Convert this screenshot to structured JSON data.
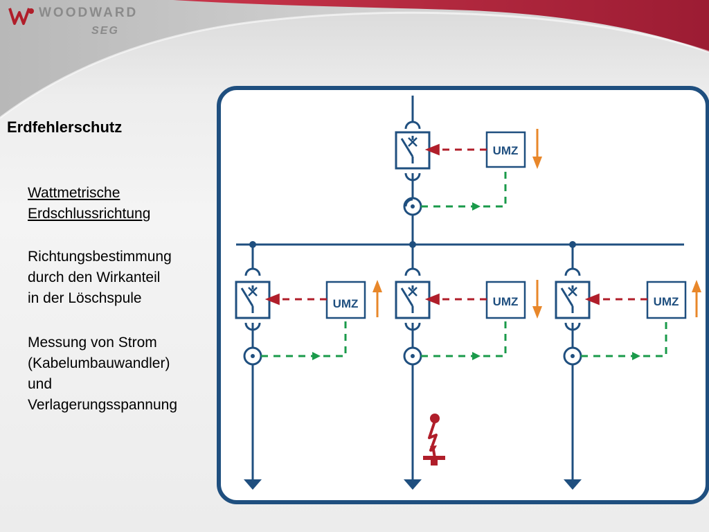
{
  "header": {
    "logo_text": "WOODWARD",
    "logo_sub": "SEG"
  },
  "slide": {
    "title": "Erdfehlerschutz",
    "heading_lines": [
      "Wattmetrische",
      "Erdschlussrichtung"
    ],
    "paragraph1_lines": [
      "Richtungsbestimmung",
      "durch den Wirkanteil",
      "in der Löschspule"
    ],
    "paragraph2_lines": [
      "Messung von Strom",
      "(Kabelumbauwandler)",
      "und",
      "Verlagerungsspannung"
    ]
  },
  "diagram": {
    "relay_label": "UMZ",
    "relays": [
      {
        "label": "UMZ",
        "direction": "down"
      },
      {
        "label": "UMZ",
        "direction": "up"
      },
      {
        "label": "UMZ",
        "direction": "down"
      },
      {
        "label": "UMZ",
        "direction": "up"
      }
    ],
    "colors": {
      "frame": "#1f4f7f",
      "line": "#1f4f7f",
      "trip_signal": "#b01e2a",
      "measurement": "#1a9a4a",
      "direction_arrow": "#e8872a",
      "fault": "#b01e2a"
    }
  }
}
